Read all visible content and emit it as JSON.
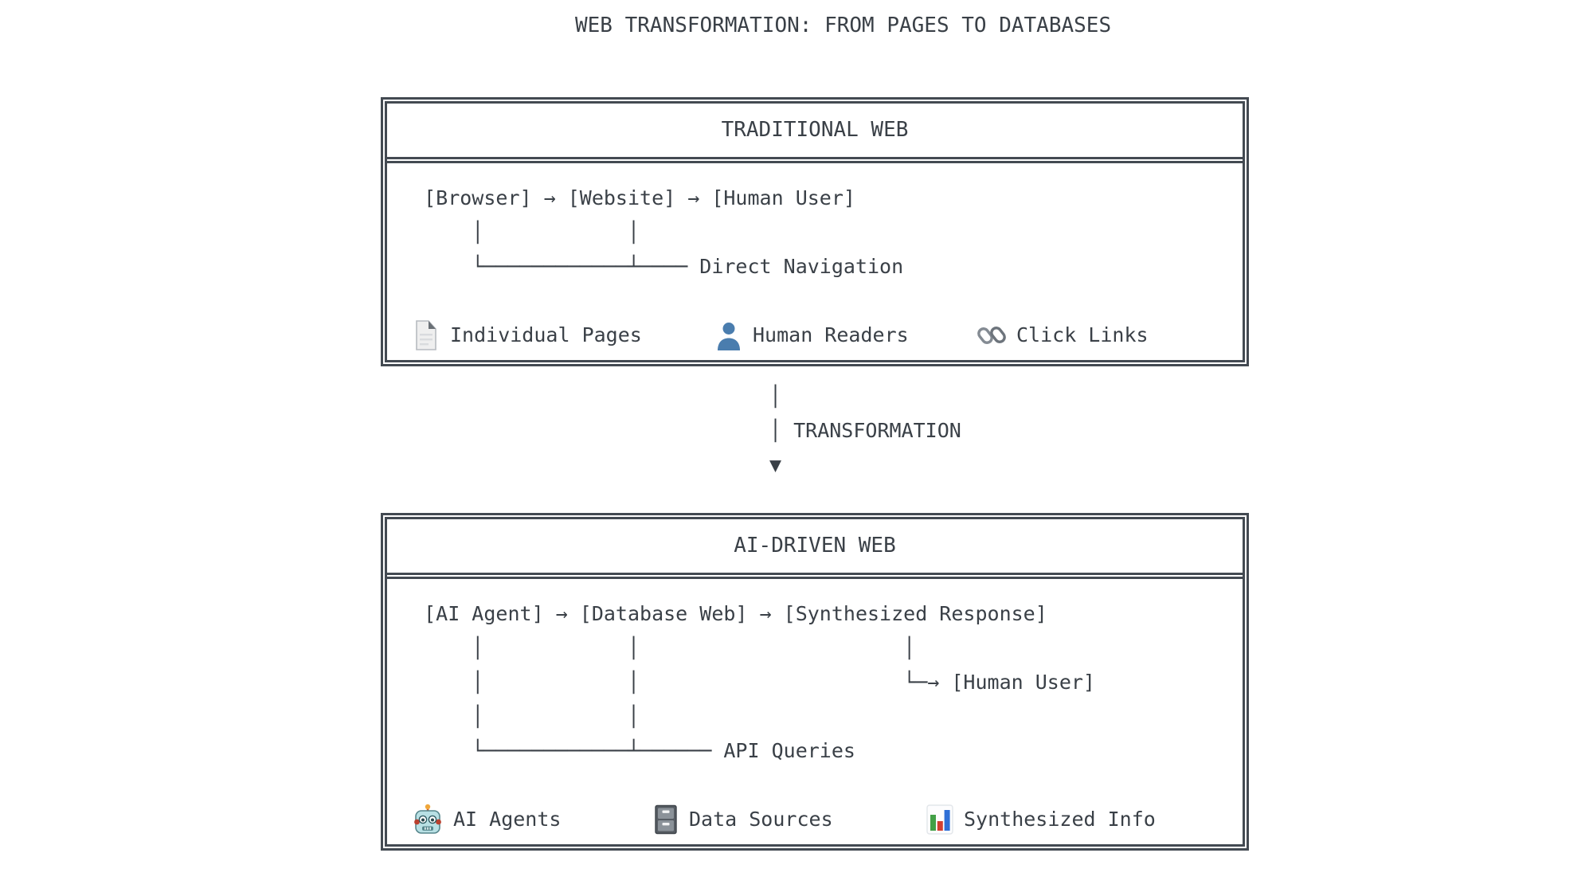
{
  "title": "WEB TRANSFORMATION: FROM PAGES TO DATABASES",
  "colors": {
    "ink": "#3a4047",
    "border": "#434a52",
    "user_blue": "#4a7dae",
    "robot_teal": "#b8e0e4",
    "cabinet_gray": "#565c63",
    "bar_green": "#43a047",
    "bar_red": "#d23f31",
    "bar_blue": "#2f6fd6"
  },
  "traditional": {
    "header": "TRADITIONAL WEB",
    "flow_lines": {
      "0": "  [Browser] → [Website] → [Human User]",
      "1": "      │            │",
      "2": "      └────────────┴──── Direct Navigation"
    },
    "icons": {
      "0": {
        "icon": "page-icon",
        "label": "Individual Pages"
      },
      "1": {
        "icon": "user-icon",
        "label": "Human Readers"
      },
      "2": {
        "icon": "link-icon",
        "label": "Click Links"
      }
    }
  },
  "transformation": {
    "label": "TRANSFORMATION",
    "lines": {
      "0": "│",
      "1": "│ TRANSFORMATION",
      "2": "▼"
    }
  },
  "ai": {
    "header": "AI-DRIVEN WEB",
    "flow_lines": {
      "0": "  [AI Agent] → [Database Web] → [Synthesized Response]",
      "1": "      │            │                      │",
      "2": "      │            │                      └─→ [Human User]",
      "3": "      │            │",
      "4": "      └────────────┴────── API Queries"
    },
    "icons": {
      "0": {
        "icon": "robot-icon",
        "label": "AI Agents"
      },
      "1": {
        "icon": "file-cabinet-icon",
        "label": "Data Sources"
      },
      "2": {
        "icon": "bar-chart-icon",
        "label": "Synthesized Info"
      }
    }
  }
}
